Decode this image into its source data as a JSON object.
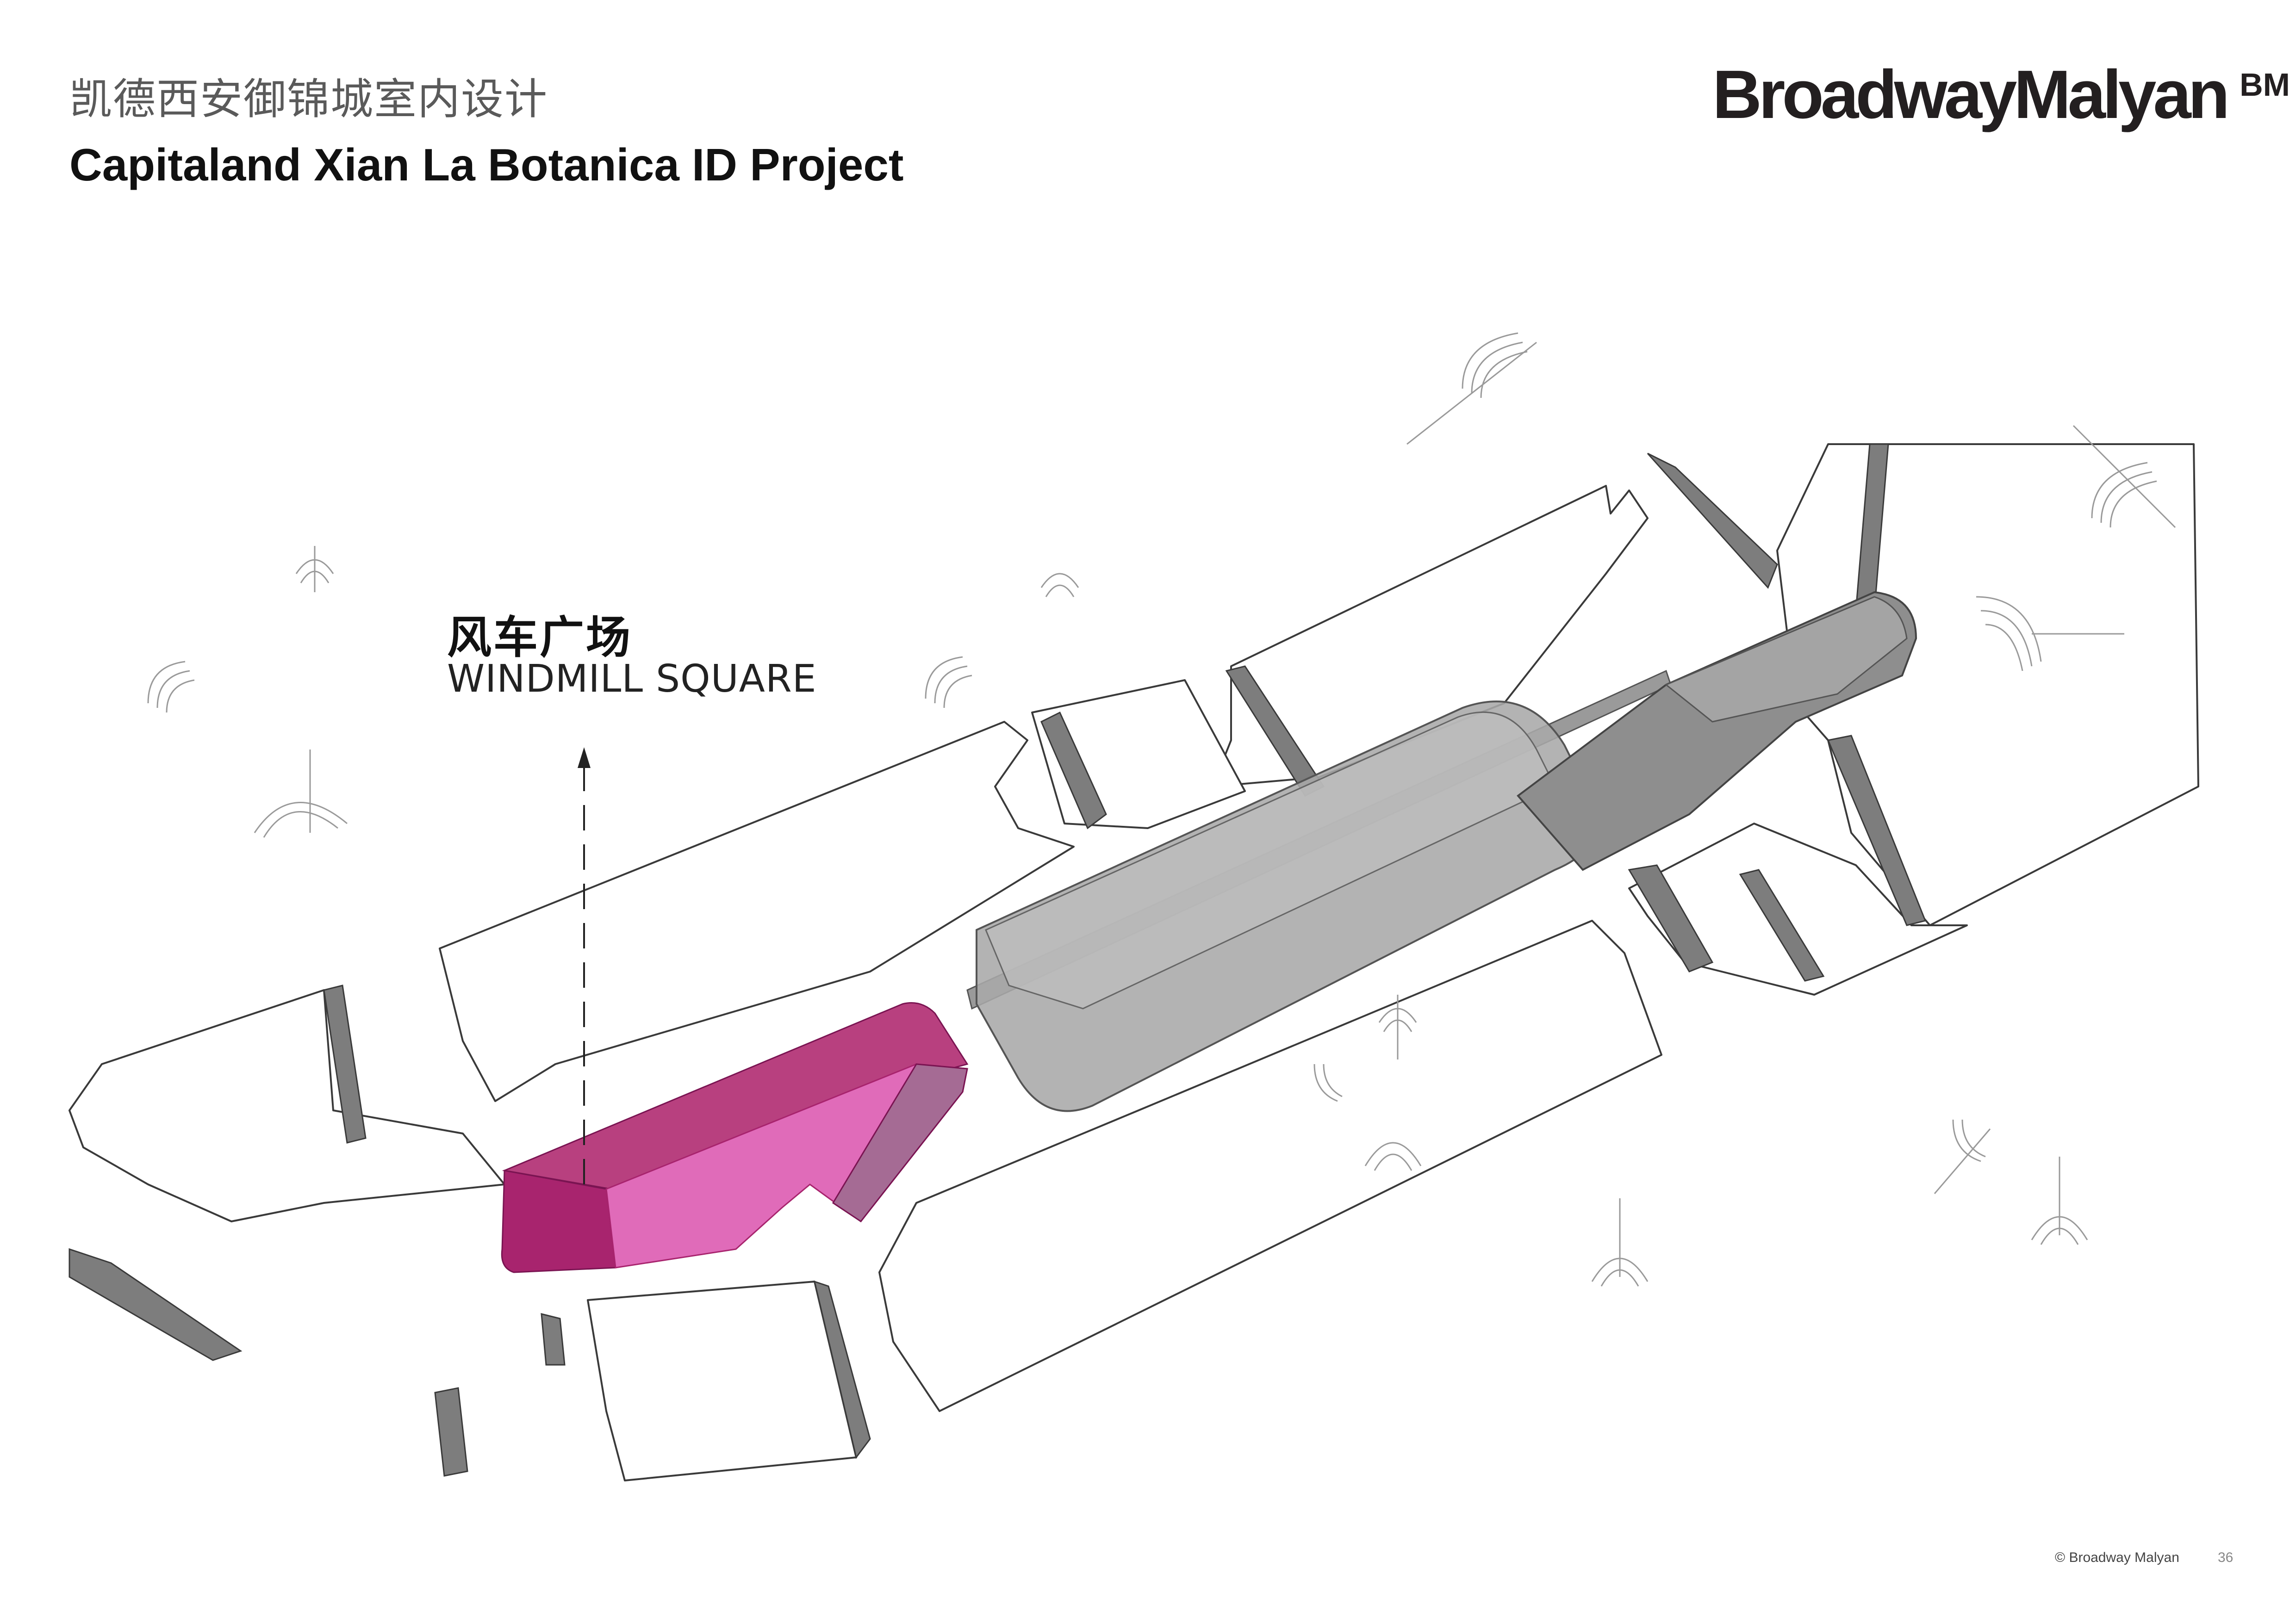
{
  "header": {
    "title_cn": "凯德西安御锦城室内设计",
    "title_en": "Capitaland Xian La Botanica  ID Project",
    "logo_text": "BroadwayMalyan",
    "logo_mark": "BM"
  },
  "diagram": {
    "label_cn": "风车广场",
    "label_en": "WINDMILL  SQUARE",
    "highlight_color": "#d45aae",
    "highlight_dark_color": "#a8246e",
    "building_color": "#a9a9a9",
    "wall_color": "#777777"
  },
  "footer": {
    "copyright": "© Broadway Malyan",
    "page_number": "36"
  }
}
